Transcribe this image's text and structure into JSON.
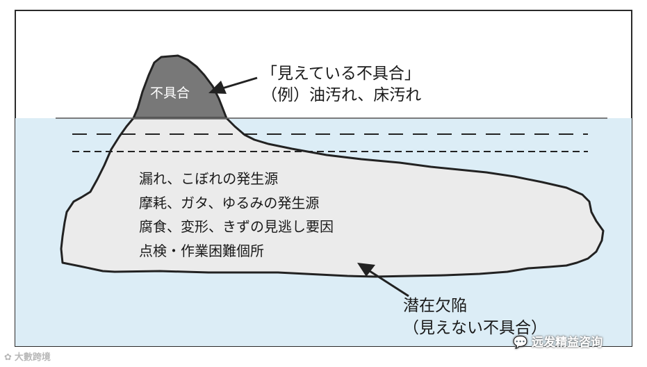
{
  "iceberg_tip": {
    "label": "不具合"
  },
  "visible_defects": {
    "title": "「見えている不具合」",
    "example": "（例）油汚れ、床汚れ"
  },
  "hidden_causes": {
    "items": [
      "漏れ、こぼれの発生源",
      "摩耗、ガタ、ゆるみの発生源",
      "腐食、変形、きずの見逃し要因",
      "点検・作業困難個所"
    ]
  },
  "latent_defects": {
    "title": "潜在欠陥",
    "subtitle": "（見えない不具合）"
  },
  "watermarks": {
    "left": "大數跨境",
    "right": "远发精益咨询"
  },
  "colors": {
    "water": "#dcedf6",
    "iceberg_above": "#787878",
    "iceberg_below": "#ebebeb",
    "outline": "#222222"
  }
}
